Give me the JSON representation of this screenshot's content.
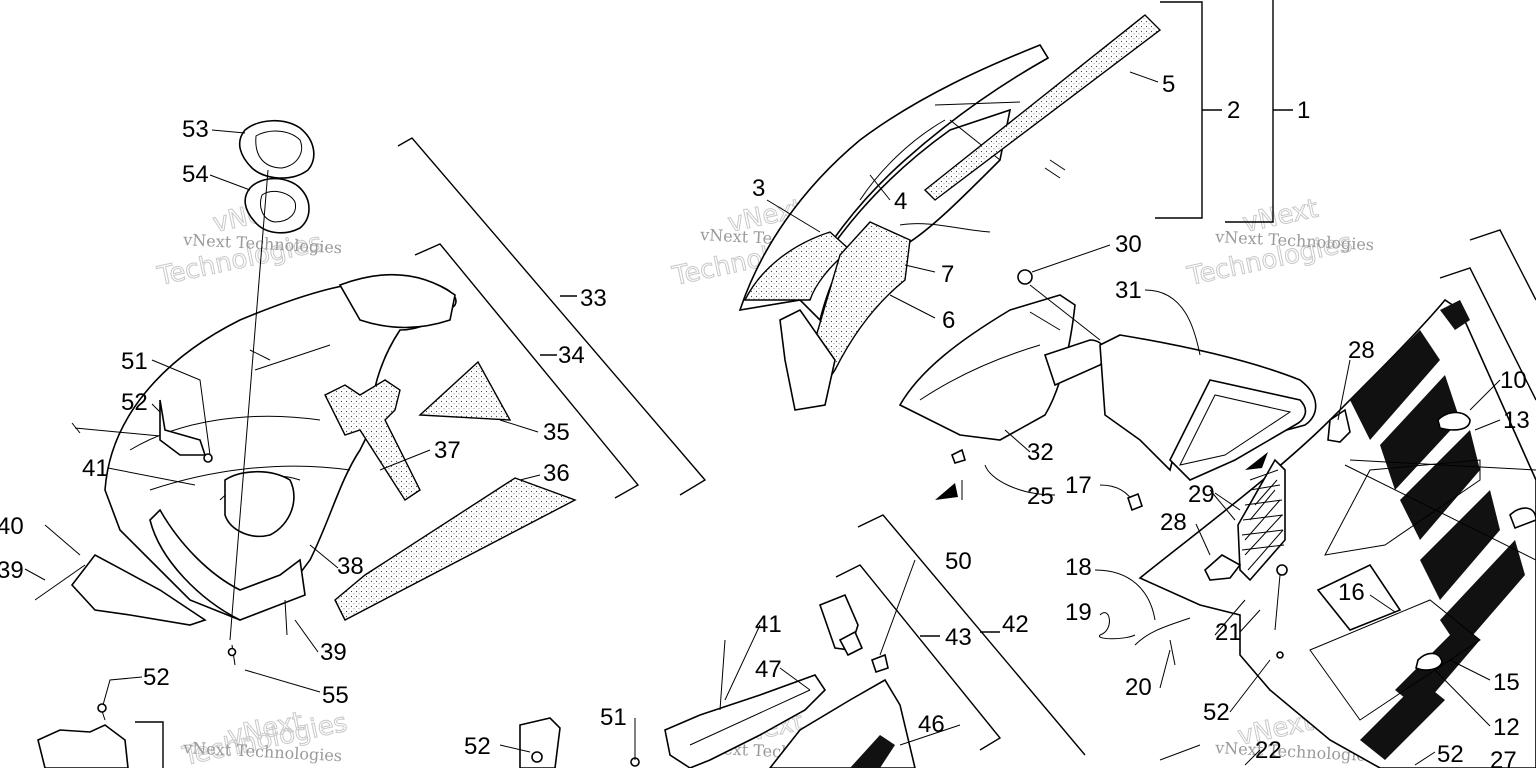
{
  "watermark": {
    "line1": "vNext Technologies",
    "line2": "Technologies",
    "line3": "vNext"
  },
  "callouts": [
    "1",
    "2",
    "3",
    "4",
    "5",
    "6",
    "7",
    "10",
    "12",
    "13",
    "15",
    "16",
    "17",
    "18",
    "19",
    "20",
    "21",
    "22",
    "25",
    "27",
    "28",
    "28",
    "29",
    "30",
    "31",
    "32",
    "33",
    "34",
    "35",
    "36",
    "37",
    "38",
    "39",
    "39",
    "40",
    "41",
    "41",
    "42",
    "43",
    "46",
    "47",
    "50",
    "51",
    "51",
    "52",
    "52",
    "52",
    "52",
    "52",
    "53",
    "54",
    "55"
  ]
}
